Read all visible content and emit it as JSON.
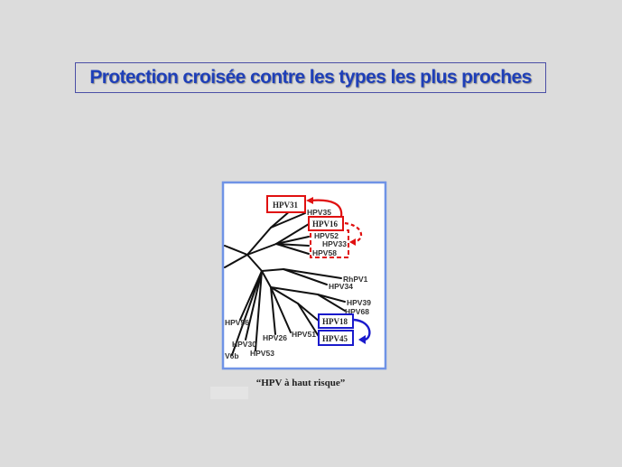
{
  "slide": {
    "title": "Protection croisée contre les types les plus proches",
    "caption": "“HPV à haut risque”"
  },
  "tree": {
    "labels": {
      "hpv31": "HPV31",
      "hpv35": "HPV35",
      "hpv16": "HPV16",
      "hpv52": "HPV52",
      "hpv33": "HPV33",
      "hpv58": "HPV58",
      "rhpv1": "RhPV1",
      "hpv34": "HPV34",
      "hpv39": "HPV39",
      "hpv68": "HPV68",
      "hpv18": "HPV18",
      "hpv45": "HPV45",
      "hpv56": "HPV56",
      "hpv51": "HPV51",
      "hpv26": "HPV26",
      "hpv30": "HPV30",
      "hpv53": "HPV53",
      "v6b": "V6b"
    }
  },
  "colors": {
    "red": "#e01010",
    "blue": "#1a1acc",
    "frame": "#6f93e6",
    "title": "#1e3fb8"
  }
}
